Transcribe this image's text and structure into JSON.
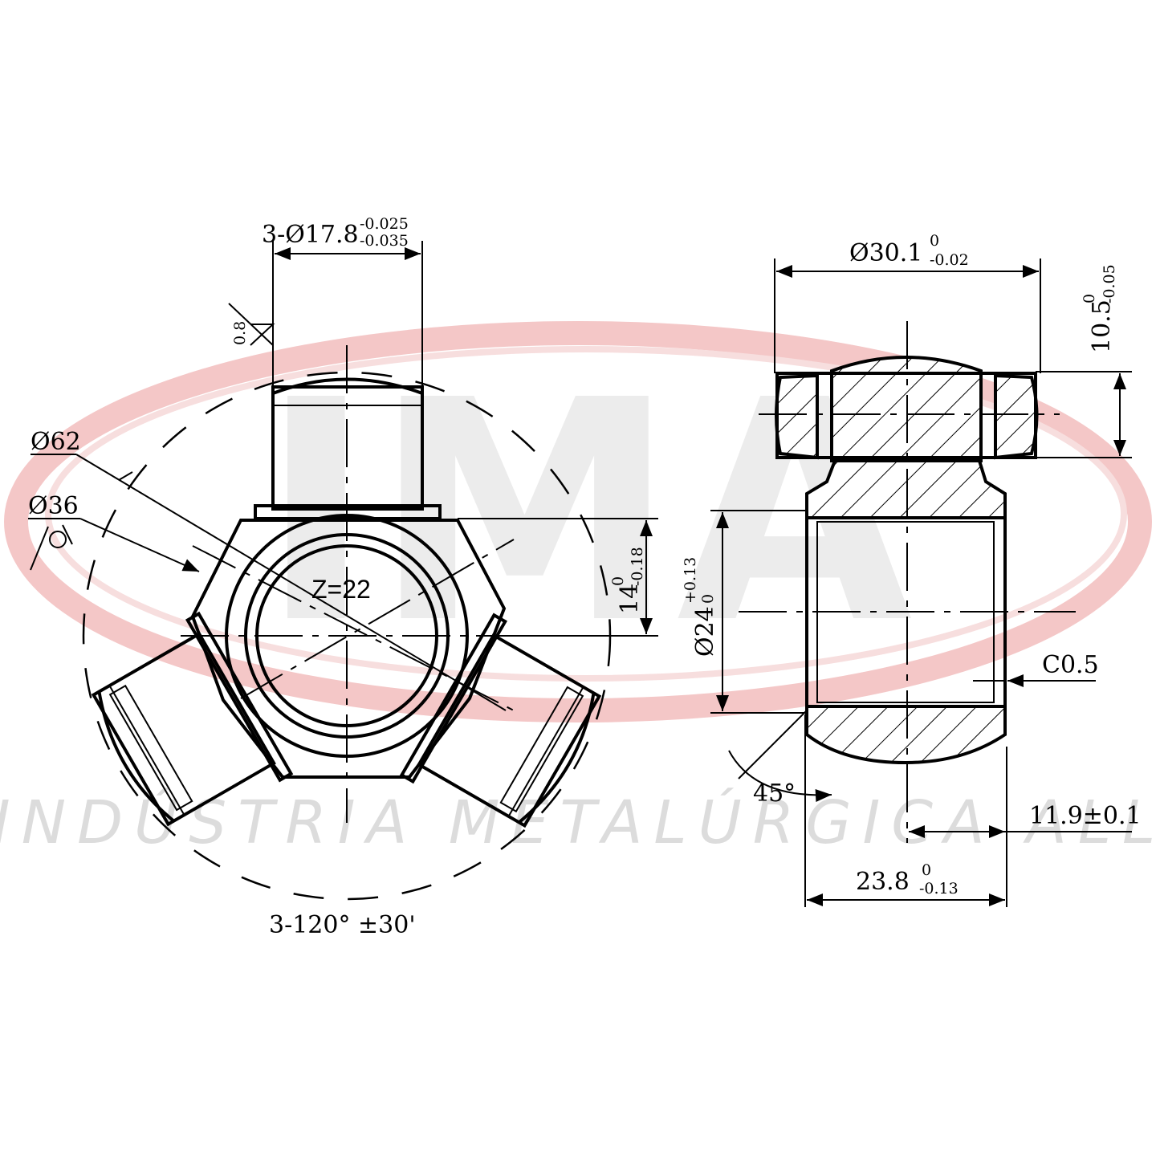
{
  "watermark": {
    "logo": "IMA",
    "company": "INDÚSTRIA METALÚRGICA ALLI",
    "colors": {
      "swoosh": "#f4c7c7",
      "gray": "#dcdcdc"
    }
  },
  "front_view": {
    "teeth": "Z=22",
    "trunnion_dia_main": "3-Ø17.8",
    "trunnion_dia_upper": "-0.025",
    "trunnion_dia_lower": "-0.035",
    "roughness": "0.8",
    "outer_dia": "Ø62",
    "inner_dia": "Ø36",
    "height_main": "14",
    "height_upper": "0",
    "height_lower": "-0.18",
    "angle": "3-120° ±30'"
  },
  "side_view": {
    "dia_30_main": "Ø30.1",
    "dia_30_upper": "0",
    "dia_30_lower": "-0.02",
    "thick_main": "10.5",
    "thick_upper": "0",
    "thick_lower": "-0.05",
    "bore_main": "Ø24",
    "bore_upper": "+0.13",
    "bore_lower": "0",
    "chamfer": "C0.5",
    "angle": "45°",
    "half_width": "11.9±0.1",
    "width_main": "23.8",
    "width_upper": "0",
    "width_lower": "-0.13"
  }
}
